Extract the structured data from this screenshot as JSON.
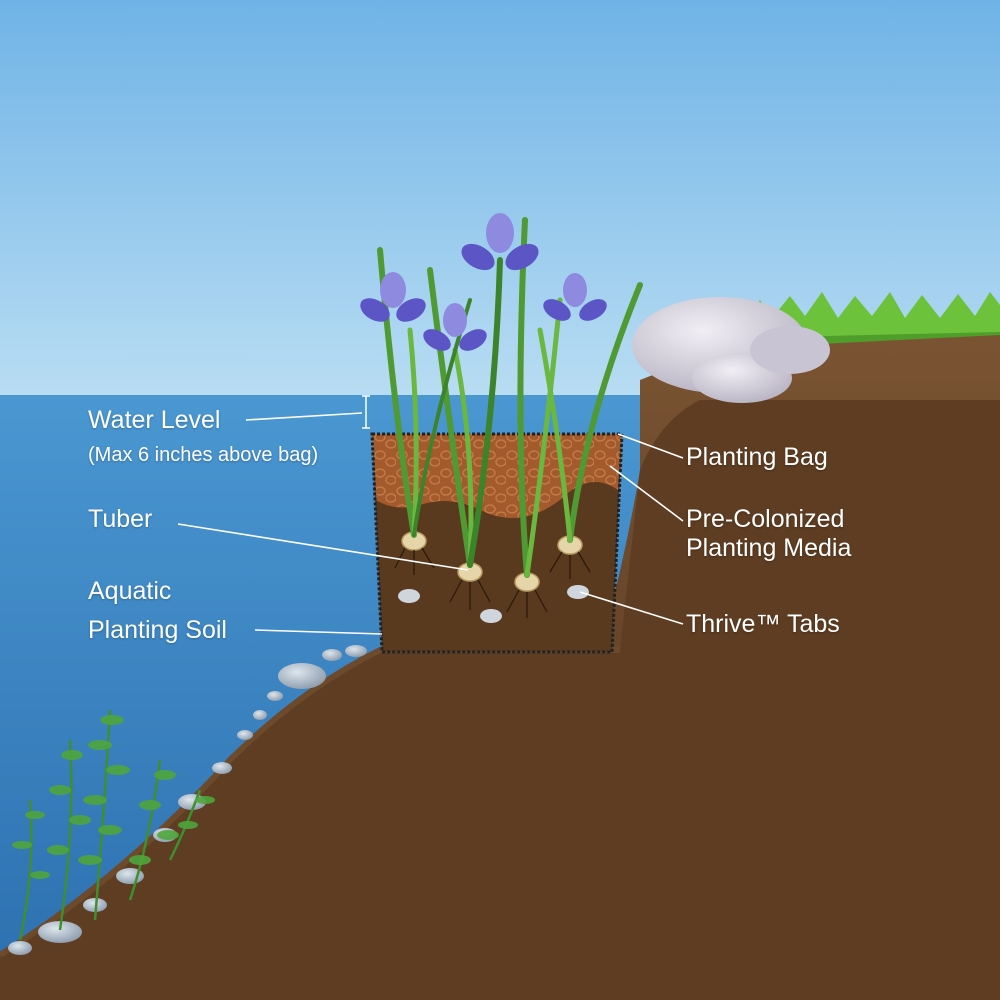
{
  "labels": {
    "water_level": "Water Level",
    "water_level_note": "(Max 6 inches above bag)",
    "tuber": "Tuber",
    "aquatic_soil_line1": "Aquatic",
    "aquatic_soil_line2": "Planting Soil",
    "planting_bag": "Planting Bag",
    "media_line1": "Pre-Colonized",
    "media_line2": "Planting Media",
    "thrive_tabs": "Thrive™ Tabs"
  },
  "colors": {
    "sky_top": "#6fb3e6",
    "sky_bottom": "#b7dbf2",
    "water": "#3f8ccc",
    "earth": "#5e3d22",
    "bag_soil": "#5a3a1f",
    "media": "#a55a2e",
    "iris_petal": "#5b55c6",
    "leaf": "#3f8f2e",
    "grass": "#6cc23a",
    "rock": "#d2cfd8",
    "label_text": "#ffffff"
  }
}
